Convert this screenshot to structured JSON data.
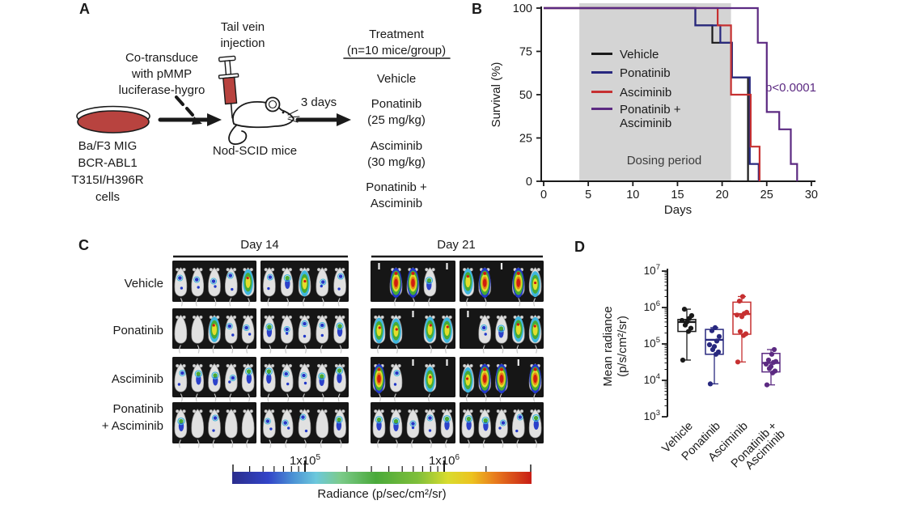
{
  "colors": {
    "ink": "#1a1a1a",
    "navy": "#28287f",
    "red": "#c63031",
    "purple": "#5c2a82",
    "dosing_gray": "#d4d4d4",
    "dish_red": "#b8433f",
    "imaging_bg": "#161616",
    "blob_blue": "#2238c8",
    "blob_cyan": "#3fb6de",
    "blob_green": "#46ab35",
    "blob_yellow": "#e3de2c",
    "blob_orange": "#e58617",
    "blob_red": "#cf1c10"
  },
  "panels": {
    "a": {
      "label": "A",
      "cotransduce_lines": [
        "Co-transduce",
        "with pMMP",
        "luciferase-hygro"
      ],
      "tailvein_lines": [
        "Tail vein",
        "injection"
      ],
      "cells_lines": [
        "Ba/F3 MIG",
        "BCR-ABL1",
        "T315I/H396R",
        "cells"
      ],
      "mice_label": "Nod-SCID mice",
      "interval_label": "3 days",
      "treatment_header_lines": [
        "Treatment",
        "(n=10 mice/group)"
      ],
      "treatments": [
        [
          "Vehicle"
        ],
        [
          "Ponatinib",
          "(25 mg/kg)"
        ],
        [
          "Asciminib",
          "(30 mg/kg)"
        ],
        [
          "Ponatinib +",
          "Asciminib"
        ]
      ]
    },
    "b": {
      "label": "B",
      "ylabel": "Survival (%)",
      "xlabel": "Days",
      "legend_lines": [
        [
          "Vehicle"
        ],
        [
          "Ponatinib"
        ],
        [
          "Asciminib"
        ],
        [
          "Ponatinib +",
          "Asciminib"
        ]
      ],
      "dosing_label": "Dosing period",
      "pvalue": "p<0.0001"
    },
    "c": {
      "label": "C",
      "col_headers": [
        "Day 14",
        "Day 21"
      ],
      "row_labels": [
        [
          "Vehicle"
        ],
        [
          "Ponatinib"
        ],
        [
          "Asciminib"
        ],
        [
          "Ponatinib",
          "+ Asciminib"
        ]
      ],
      "rows": [
        {
          "day14": [
            [
              "low",
              "low",
              "low",
              "low",
              "high"
            ],
            [
              "low",
              "med",
              "high",
              "low",
              "low"
            ]
          ],
          "day21": [
            [
              "empty",
              "extreme",
              "extreme",
              "med",
              "empty"
            ],
            [
              "high",
              "extreme",
              "empty",
              "extreme",
              "high"
            ]
          ]
        },
        {
          "day14": [
            [
              "none",
              "none",
              "high",
              "low",
              "low"
            ],
            [
              "med",
              "low",
              "low",
              "low",
              "med"
            ]
          ],
          "day21": [
            [
              "high",
              "high",
              "empty",
              "high",
              "high"
            ],
            [
              "empty",
              "low",
              "med",
              "high",
              "high"
            ]
          ]
        },
        {
          "day14": [
            [
              "low",
              "med",
              "med",
              "low",
              "med"
            ],
            [
              "med",
              "low",
              "low",
              "med",
              "med"
            ]
          ],
          "day21": [
            [
              "extreme",
              "low",
              "empty",
              "high",
              "empty"
            ],
            [
              "high",
              "extreme",
              "extreme",
              "empty",
              "extreme"
            ]
          ]
        },
        {
          "day14": [
            [
              "med",
              "none",
              "low",
              "none",
              "none"
            ],
            [
              "low",
              "low",
              "low",
              "none",
              "med"
            ]
          ],
          "day21": [
            [
              "med",
              "med",
              "low",
              "low",
              "med"
            ],
            [
              "med",
              "med",
              "low",
              "low",
              "med"
            ]
          ]
        }
      ],
      "scale": {
        "min": 35000.0,
        "max": 4200000.0,
        "labeled_values": [
          100000.0,
          1000000.0
        ],
        "labels": [
          {
            "base": "1x10",
            "exp": "5"
          },
          {
            "base": "1x10",
            "exp": "6"
          }
        ],
        "caption": "Radiance (p/sec/cm²/sr)"
      }
    },
    "d": {
      "label": "D",
      "ylabel_lines": [
        "Mean radiance",
        "(p/s/cm²/sr)"
      ]
    }
  },
  "chart_data": [
    {
      "id": "panel_b_survival",
      "type": "line",
      "subtype": "kaplan-meier-step",
      "xlabel": "Days",
      "ylabel": "Survival (%)",
      "xlim": [
        0,
        30
      ],
      "ylim": [
        0,
        100
      ],
      "xticks": [
        0,
        5,
        10,
        15,
        20,
        25,
        30
      ],
      "yticks": [
        0,
        25,
        50,
        75,
        100
      ],
      "grid": false,
      "legend_position": "inside-left",
      "dosing_period": {
        "label": "Dosing period",
        "x_start": 4,
        "x_end": 21
      },
      "annotation": {
        "text": "p<0.0001",
        "color": "#5c2a82"
      },
      "series": [
        {
          "name": "Vehicle",
          "color": "#1a1a1a",
          "start": [
            0,
            100
          ],
          "drops": [
            [
              17,
              90
            ],
            [
              18.9,
              80
            ],
            [
              21.1,
              60
            ],
            [
              22.9,
              0
            ]
          ]
        },
        {
          "name": "Ponatinib",
          "color": "#28287f",
          "start": [
            0,
            100
          ],
          "drops": [
            [
              17,
              90
            ],
            [
              19.8,
              80
            ],
            [
              21.1,
              60
            ],
            [
              23.1,
              10
            ],
            [
              24.1,
              0
            ]
          ]
        },
        {
          "name": "Asciminib",
          "color": "#c63031",
          "start": [
            0,
            100
          ],
          "drops": [
            [
              19.5,
              90
            ],
            [
              21,
              50
            ],
            [
              23.2,
              20
            ],
            [
              24.2,
              0
            ]
          ]
        },
        {
          "name": "Ponatinib + Asciminib",
          "color": "#5c2a82",
          "start": [
            0,
            100
          ],
          "drops": [
            [
              24,
              80
            ],
            [
              25,
              40
            ],
            [
              26.4,
              30
            ],
            [
              27.7,
              10
            ],
            [
              28.4,
              0
            ]
          ]
        }
      ]
    },
    {
      "id": "panel_d_radiance",
      "type": "box-scatter",
      "ylabel_lines": [
        "Mean radiance",
        "(p/s/cm²/sr)"
      ],
      "y_log": true,
      "ylim": [
        1000.0,
        10000000.0
      ],
      "ytick_exponents": [
        3,
        4,
        5,
        6,
        7
      ],
      "categories_lines": [
        [
          "Vehicle"
        ],
        [
          "Ponatinib"
        ],
        [
          "Asciminib"
        ],
        [
          "Ponatinib +",
          "Asciminib"
        ]
      ],
      "groups": [
        {
          "name": "Vehicle",
          "color": "#1a1a1a",
          "box": {
            "lo": 36000.0,
            "q1": 220000.0,
            "median": 400000.0,
            "q3": 470000.0,
            "hi": 900000.0
          },
          "points": [
            36000.0,
            220000.0,
            270000.0,
            330000.0,
            400000.0,
            440000.0,
            500000.0,
            600000.0,
            900000.0
          ]
        },
        {
          "name": "Ponatinib",
          "color": "#28287f",
          "box": {
            "lo": 8000.0,
            "q1": 52000.0,
            "median": 130000.0,
            "q3": 250000.0,
            "hi": 280000.0
          },
          "points": [
            8000.0,
            52000.0,
            60000.0,
            70000.0,
            85000.0,
            95000.0,
            120000.0,
            160000.0,
            230000.0,
            280000.0
          ]
        },
        {
          "name": "Asciminib",
          "color": "#c63031",
          "box": {
            "lo": 32000.0,
            "q1": 185000.0,
            "median": 660000.0,
            "q3": 1400000.0,
            "hi": 2000000.0
          },
          "points": [
            32000.0,
            170000.0,
            190000.0,
            220000.0,
            560000.0,
            620000.0,
            680000.0,
            740000.0,
            1500000.0,
            2000000.0
          ]
        },
        {
          "name": "Ponatinib + Asciminib",
          "color": "#5c2a82",
          "box": {
            "lo": 7500.0,
            "q1": 17000.0,
            "median": 30000.0,
            "q3": 55000.0,
            "hi": 70000.0
          },
          "points": [
            7500.0,
            16000.0,
            18000.0,
            21000.0,
            24000.0,
            28000.0,
            31000.0,
            33000.0,
            36000.0,
            52000.0,
            70000.0
          ]
        }
      ]
    }
  ]
}
